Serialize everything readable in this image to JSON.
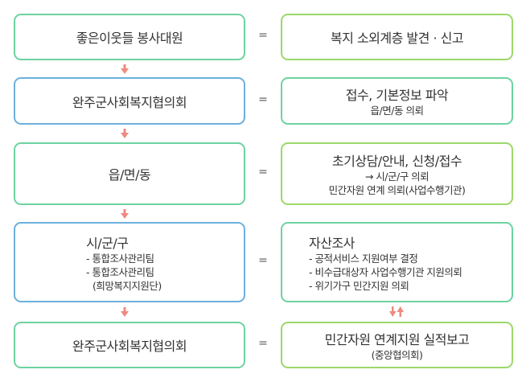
{
  "rows": [
    {
      "left": {
        "title": "좋은이웃들 봉사대원"
      },
      "eq": "=",
      "right": {
        "title": "복지 소외계층 발견 · 신고"
      }
    },
    {
      "left": {
        "title": "완주군사회복지협의회"
      },
      "eq": "=",
      "right": {
        "title": "접수, 기본정보 파악",
        "lines": [
          "읍/면/동 의뢰"
        ]
      }
    },
    {
      "left": {
        "title": "읍/면/동"
      },
      "eq": "=",
      "right": {
        "title": "초기상담/안내, 신청/접수",
        "lines": [
          "→ 시/군/구 의뢰",
          "민간자원 연계 의뢰(사업수행기관)"
        ]
      }
    },
    {
      "left": {
        "title": "시/군/구",
        "lines": [
          "- 통합조사관리팀",
          "- 통합조사관리팀",
          "(희망복지지원단)"
        ]
      },
      "eq": "=",
      "right": {
        "title": "자산조사",
        "lines": [
          "- 공적서비스 지원여부 결정",
          "- 비수급대상자 사업수행기관 지원의뢰",
          "- 위기가구 민간지원 의뢰"
        ]
      }
    },
    {
      "left": {
        "title": "완주군사회복지협의회"
      },
      "eq": "=",
      "right": {
        "title": "민간자원 연계지원 실적보고",
        "lines": [
          "(중앙협의회)"
        ]
      }
    }
  ],
  "colors": {
    "green": "#6dd3a0",
    "blue": "#6cb0dc",
    "lime": "#9cd86a",
    "arrow": "#ee8a80"
  },
  "icons": {
    "down_arrow": "arrow-down-icon",
    "bidirectional_arrow": "arrow-up-down-icon"
  }
}
